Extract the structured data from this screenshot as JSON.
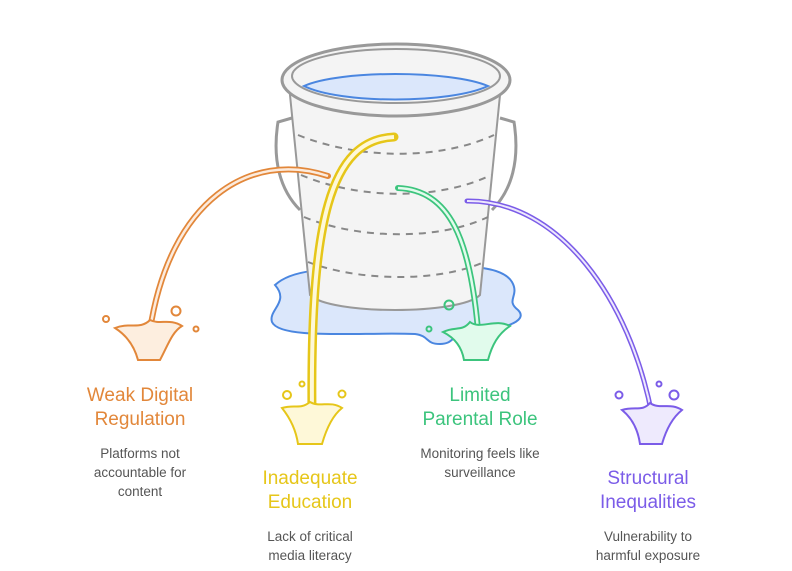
{
  "colors": {
    "orange": "#E2873A",
    "yellow": "#E6C619",
    "green": "#3CC47D",
    "purple": "#7B5CE8",
    "water": "#4A86E0",
    "water_fill": "#DBE7FB",
    "bucket": "#999999",
    "bucket_fill": "#F4F4F4"
  },
  "items": [
    {
      "title_line1": "Weak Digital",
      "title_line2": "Regulation",
      "desc_line1": "Platforms not",
      "desc_line2": "accountable for",
      "desc_line3": "content"
    },
    {
      "title_line1": "Inadequate",
      "title_line2": "Education",
      "desc_line1": "Lack of critical",
      "desc_line2": "media literacy"
    },
    {
      "title_line1": "Limited",
      "title_line2": "Parental Role",
      "desc_line1": "Monitoring feels like",
      "desc_line2": "surveillance"
    },
    {
      "title_line1": "Structural",
      "title_line2": "Inequalities",
      "desc_line1": "Vulnerability to",
      "desc_line2": "harmful exposure"
    }
  ]
}
